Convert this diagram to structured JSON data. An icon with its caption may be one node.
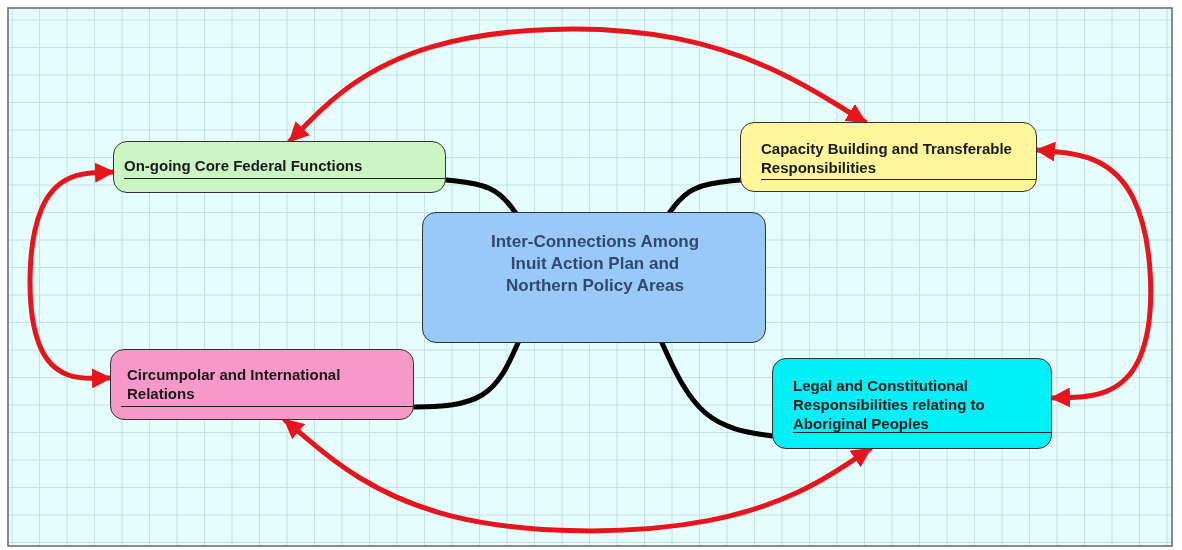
{
  "diagram": {
    "nodes": [
      {
        "text": [
          "Inter-Connections Among Inuit Action Plan and Northern Policy Areas"
        ]
      },
      {
        "text": [
          "On-going Core Federal Functions"
        ]
      },
      {
        "text": [
          "Capacity Building and Transferable Responsibilities"
        ]
      },
      {
        "text": [
          "Circumpolar and International Relations"
        ]
      },
      {
        "text": [
          "Legal and Constitutional Responsibilities relating to Aboriginal Peoples"
        ]
      }
    ],
    "edges": [
      {
        "from": 0,
        "to": 1,
        "arrow": "none",
        "color": "#000000"
      },
      {
        "from": 0,
        "to": 2,
        "arrow": "none",
        "color": "#000000"
      },
      {
        "from": 0,
        "to": 3,
        "arrow": "none",
        "color": "#000000"
      },
      {
        "from": 0,
        "to": 4,
        "arrow": "none",
        "color": "#000000"
      },
      {
        "from": 1,
        "to": 2,
        "arrow": "both",
        "color": "#e8141b"
      },
      {
        "from": 1,
        "to": 3,
        "arrow": "both",
        "color": "#e8141b"
      },
      {
        "from": 2,
        "to": 4,
        "arrow": "both",
        "color": "#e8141b"
      },
      {
        "from": 3,
        "to": 4,
        "arrow": "both",
        "color": "#e8141b"
      }
    ]
  }
}
